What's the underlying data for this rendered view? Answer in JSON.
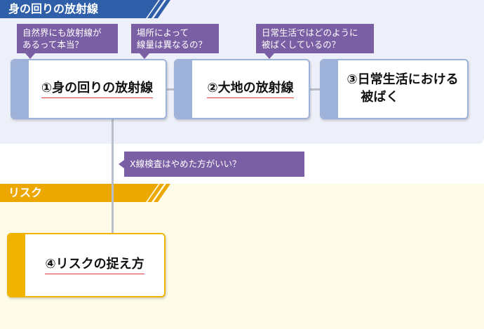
{
  "sections": {
    "radiation": {
      "title": "身の回りの放射線",
      "color": "#2e5fa8"
    },
    "risk": {
      "title": "リスク",
      "color": "#eca800"
    }
  },
  "nodes": [
    {
      "id": "1",
      "label": "①身の回りの放射線"
    },
    {
      "id": "2",
      "label": "②大地の放射線"
    },
    {
      "id": "3",
      "line1": "③日常生活における",
      "line2": "被ばく"
    },
    {
      "id": "4",
      "label": "④リスクの捉え方"
    }
  ],
  "callouts": {
    "c1": {
      "line1": "自然界にも放射線が",
      "line2": "あるって本当？"
    },
    "c2": {
      "line1": "場所によって",
      "line2": "線量は異なるの？"
    },
    "c3": {
      "line1": "日常生活ではどのように",
      "line2": "被ばくしているの？"
    },
    "c4": {
      "line1": "X線検査はやめた方がいい？"
    }
  },
  "colors": {
    "node_blue": "#9eb1d9",
    "node_orange": "#f0b400",
    "callout": "#7b5fa4",
    "underline": "#e23a3a"
  }
}
